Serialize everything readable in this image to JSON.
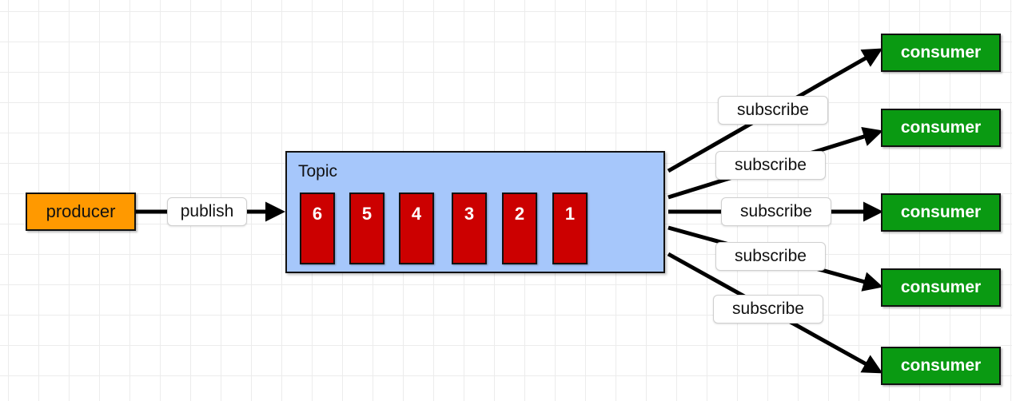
{
  "producer": {
    "label": "producer"
  },
  "publish_label": "publish",
  "topic": {
    "title": "Topic",
    "messages": [
      "6",
      "5",
      "4",
      "3",
      "2",
      "1"
    ]
  },
  "subscribe_labels": [
    "subscribe",
    "subscribe",
    "subscribe",
    "subscribe",
    "subscribe"
  ],
  "consumers": [
    "consumer",
    "consumer",
    "consumer",
    "consumer",
    "consumer"
  ],
  "colors": {
    "producer": "#ff9900",
    "topic": "#a6c7fb",
    "message": "#cc0000",
    "consumer": "#0a9a12",
    "edge": "#000000"
  }
}
